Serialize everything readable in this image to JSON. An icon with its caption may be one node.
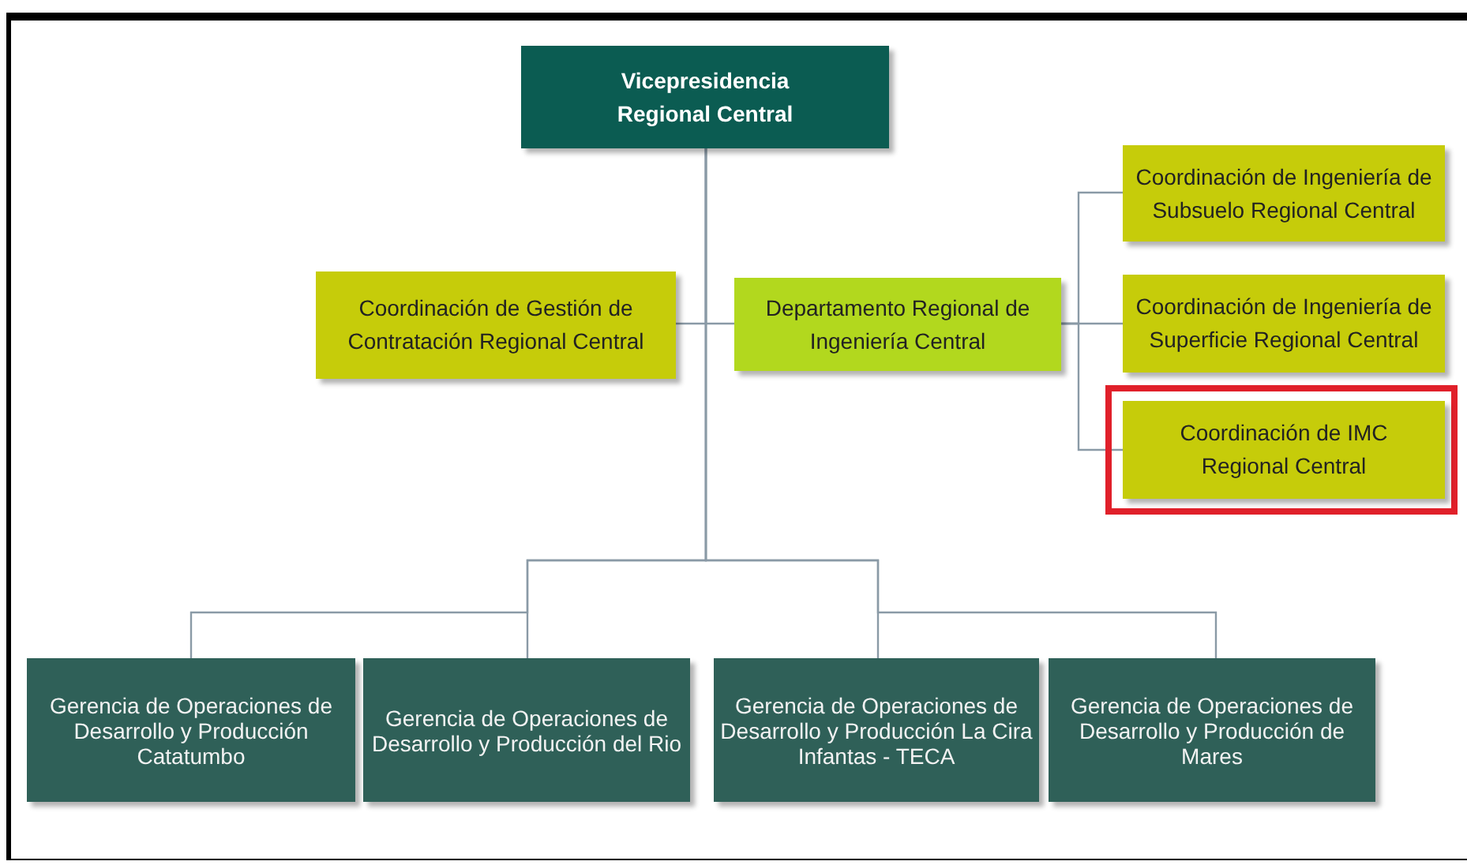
{
  "diagram": {
    "nodes": [
      {
        "text": [
          "Vicepresidencia Regional Central"
        ]
      },
      {
        "text": [
          "Coordinación de Gestión de Contratación Regional Central"
        ]
      },
      {
        "text": [
          "Departamento Regional de Ingeniería Central"
        ]
      },
      {
        "text": [
          "Coordinación de Ingeniería de Subsuelo Regional Central"
        ]
      },
      {
        "text": [
          "Coordinación de Ingeniería de Superficie Regional Central"
        ]
      },
      {
        "text": [
          "Coordinación de IMC Regional Central"
        ]
      },
      {
        "text": [
          "Gerencia de Operaciones de Desarrollo y Producción Catatumbo"
        ]
      },
      {
        "text": [
          "Gerencia de Operaciones de Desarrollo y Producción del Rio"
        ]
      },
      {
        "text": [
          "Gerencia de Operaciones de Desarrollo y Producción La Cira Infantas - TECA"
        ]
      },
      {
        "text": [
          "Gerencia de Operaciones de Desarrollo y Producción de Mares"
        ]
      }
    ],
    "edges": [
      {
        "from": 0,
        "to": 1,
        "arrow": "none"
      },
      {
        "from": 0,
        "to": 2,
        "arrow": "none"
      },
      {
        "from": 2,
        "to": 3,
        "arrow": "none"
      },
      {
        "from": 2,
        "to": 4,
        "arrow": "none"
      },
      {
        "from": 2,
        "to": 5,
        "arrow": "none"
      },
      {
        "from": 0,
        "to": 6,
        "arrow": "none"
      },
      {
        "from": 0,
        "to": 7,
        "arrow": "none"
      },
      {
        "from": 0,
        "to": 8,
        "arrow": "none"
      },
      {
        "from": 0,
        "to": 9,
        "arrow": "none"
      }
    ]
  }
}
